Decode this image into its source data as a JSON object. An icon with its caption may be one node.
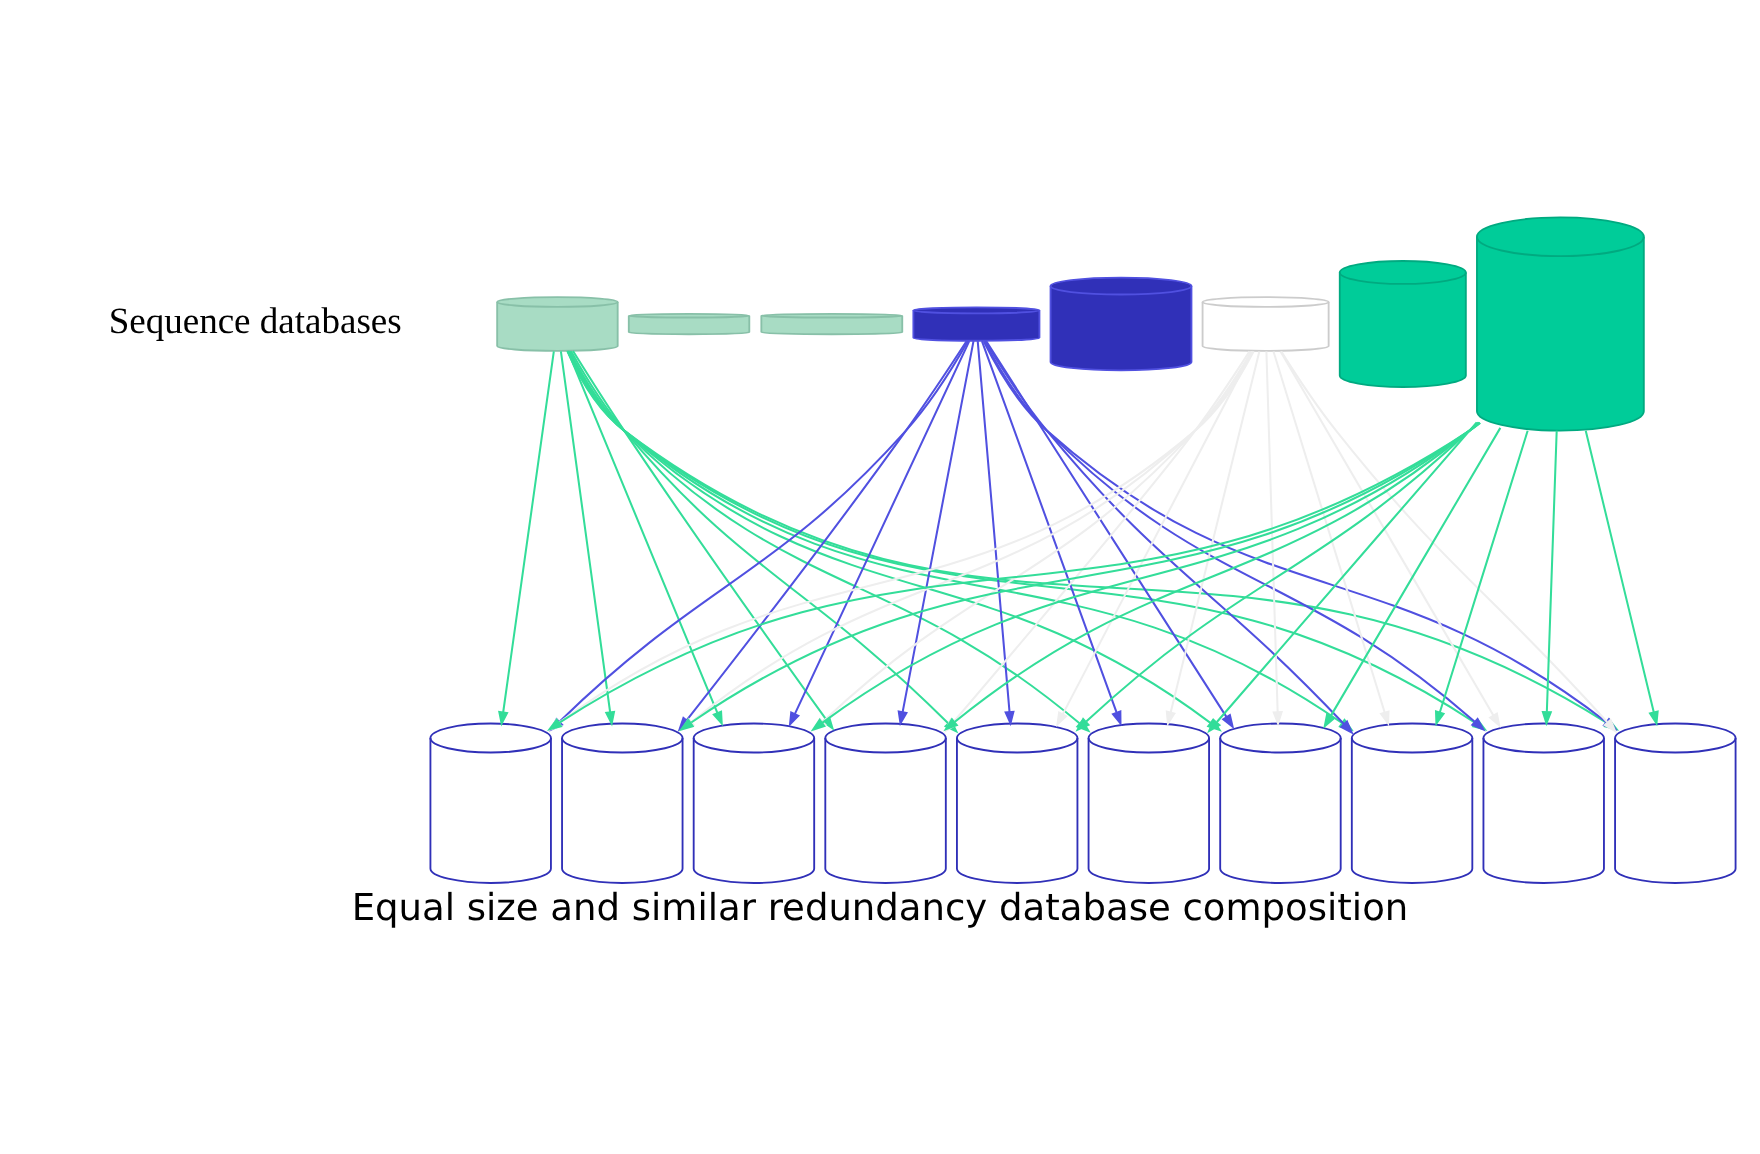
{
  "diagram": {
    "title": "Sequence databases",
    "caption": "Equal size and similar redundancy database composition",
    "nodes": [
      {
        "text": [],
        "shape": "cylinder"
      },
      {
        "text": [],
        "shape": "cylinder"
      },
      {
        "text": [],
        "shape": "cylinder"
      },
      {
        "text": [],
        "shape": "cylinder"
      },
      {
        "text": [],
        "shape": "cylinder"
      },
      {
        "text": [],
        "shape": "cylinder"
      },
      {
        "text": [],
        "shape": "cylinder"
      },
      {
        "text": [],
        "shape": "cylinder"
      },
      {
        "text": [],
        "shape": "cylinder"
      },
      {
        "text": [],
        "shape": "cylinder"
      },
      {
        "text": [],
        "shape": "cylinder"
      },
      {
        "text": [],
        "shape": "cylinder"
      },
      {
        "text": [],
        "shape": "cylinder"
      },
      {
        "text": [],
        "shape": "cylinder"
      },
      {
        "text": [],
        "shape": "cylinder"
      },
      {
        "text": [],
        "shape": "cylinder"
      },
      {
        "text": [],
        "shape": "cylinder"
      },
      {
        "text": [],
        "shape": "cylinder"
      }
    ],
    "edges": [
      {
        "from": 0,
        "to": 8,
        "arrow": "to"
      },
      {
        "from": 0,
        "to": 9,
        "arrow": "to"
      },
      {
        "from": 0,
        "to": 10,
        "arrow": "to"
      },
      {
        "from": 0,
        "to": 11,
        "arrow": "to"
      },
      {
        "from": 0,
        "to": 12,
        "arrow": "to"
      },
      {
        "from": 0,
        "to": 13,
        "arrow": "to"
      },
      {
        "from": 0,
        "to": 14,
        "arrow": "to"
      },
      {
        "from": 0,
        "to": 15,
        "arrow": "to"
      },
      {
        "from": 0,
        "to": 16,
        "arrow": "to"
      },
      {
        "from": 0,
        "to": 17,
        "arrow": "to"
      },
      {
        "from": 3,
        "to": 8,
        "arrow": "to",
        "color": "#5050e0"
      },
      {
        "from": 3,
        "to": 9,
        "arrow": "to",
        "color": "#5050e0"
      },
      {
        "from": 3,
        "to": 10,
        "arrow": "to",
        "color": "#5050e0"
      },
      {
        "from": 3,
        "to": 11,
        "arrow": "to",
        "color": "#5050e0"
      },
      {
        "from": 3,
        "to": 12,
        "arrow": "to",
        "color": "#5050e0"
      },
      {
        "from": 3,
        "to": 13,
        "arrow": "to",
        "color": "#5050e0"
      },
      {
        "from": 3,
        "to": 14,
        "arrow": "to",
        "color": "#5050e0"
      },
      {
        "from": 3,
        "to": 15,
        "arrow": "to",
        "color": "#5050e0"
      },
      {
        "from": 3,
        "to": 16,
        "arrow": "to",
        "color": "#5050e0"
      },
      {
        "from": 3,
        "to": 17,
        "arrow": "to",
        "color": "#5050e0"
      },
      {
        "from": 5,
        "to": 8,
        "arrow": "to",
        "color": "#eeeeee"
      },
      {
        "from": 5,
        "to": 9,
        "arrow": "to",
        "color": "#eeeeee"
      },
      {
        "from": 5,
        "to": 10,
        "arrow": "to",
        "color": "#eeeeee"
      },
      {
        "from": 5,
        "to": 11,
        "arrow": "to",
        "color": "#eeeeee"
      },
      {
        "from": 5,
        "to": 12,
        "arrow": "to",
        "color": "#eeeeee"
      },
      {
        "from": 5,
        "to": 13,
        "arrow": "to",
        "color": "#eeeeee"
      },
      {
        "from": 5,
        "to": 14,
        "arrow": "to",
        "color": "#eeeeee"
      },
      {
        "from": 5,
        "to": 15,
        "arrow": "to",
        "color": "#eeeeee"
      },
      {
        "from": 5,
        "to": 16,
        "arrow": "to",
        "color": "#eeeeee"
      },
      {
        "from": 5,
        "to": 17,
        "arrow": "to",
        "color": "#eeeeee"
      },
      {
        "from": 7,
        "to": 8,
        "arrow": "to"
      },
      {
        "from": 7,
        "to": 9,
        "arrow": "to"
      },
      {
        "from": 7,
        "to": 10,
        "arrow": "to"
      },
      {
        "from": 7,
        "to": 11,
        "arrow": "to"
      },
      {
        "from": 7,
        "to": 12,
        "arrow": "to"
      },
      {
        "from": 7,
        "to": 13,
        "arrow": "to"
      },
      {
        "from": 7,
        "to": 14,
        "arrow": "to"
      },
      {
        "from": 7,
        "to": 15,
        "arrow": "to"
      },
      {
        "from": 7,
        "to": 16,
        "arrow": "to"
      },
      {
        "from": 7,
        "to": 17,
        "arrow": "to"
      }
    ]
  }
}
